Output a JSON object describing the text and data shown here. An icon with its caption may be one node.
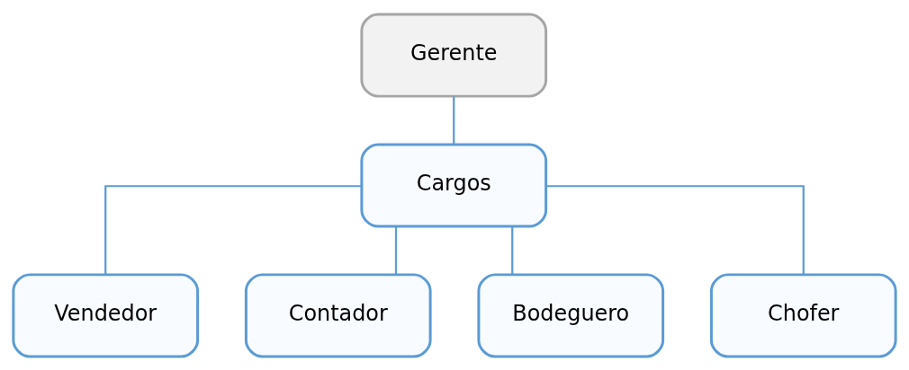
{
  "diagram": {
    "nodes": [
      {
        "text": [
          "Gerente"
        ]
      },
      {
        "text": [
          "Cargos"
        ]
      },
      {
        "text": [
          "Vendedor"
        ]
      },
      {
        "text": [
          "Contador"
        ]
      },
      {
        "text": [
          "Bodeguero"
        ]
      },
      {
        "text": [
          "Chofer"
        ]
      }
    ],
    "edges": [
      {
        "from": 0,
        "to": 1,
        "arrow": "none"
      },
      {
        "from": 1,
        "to": 2,
        "arrow": "none"
      },
      {
        "from": 1,
        "to": 3,
        "arrow": "none"
      },
      {
        "from": 1,
        "to": 4,
        "arrow": "none"
      },
      {
        "from": 1,
        "to": 5,
        "arrow": "none"
      }
    ]
  }
}
